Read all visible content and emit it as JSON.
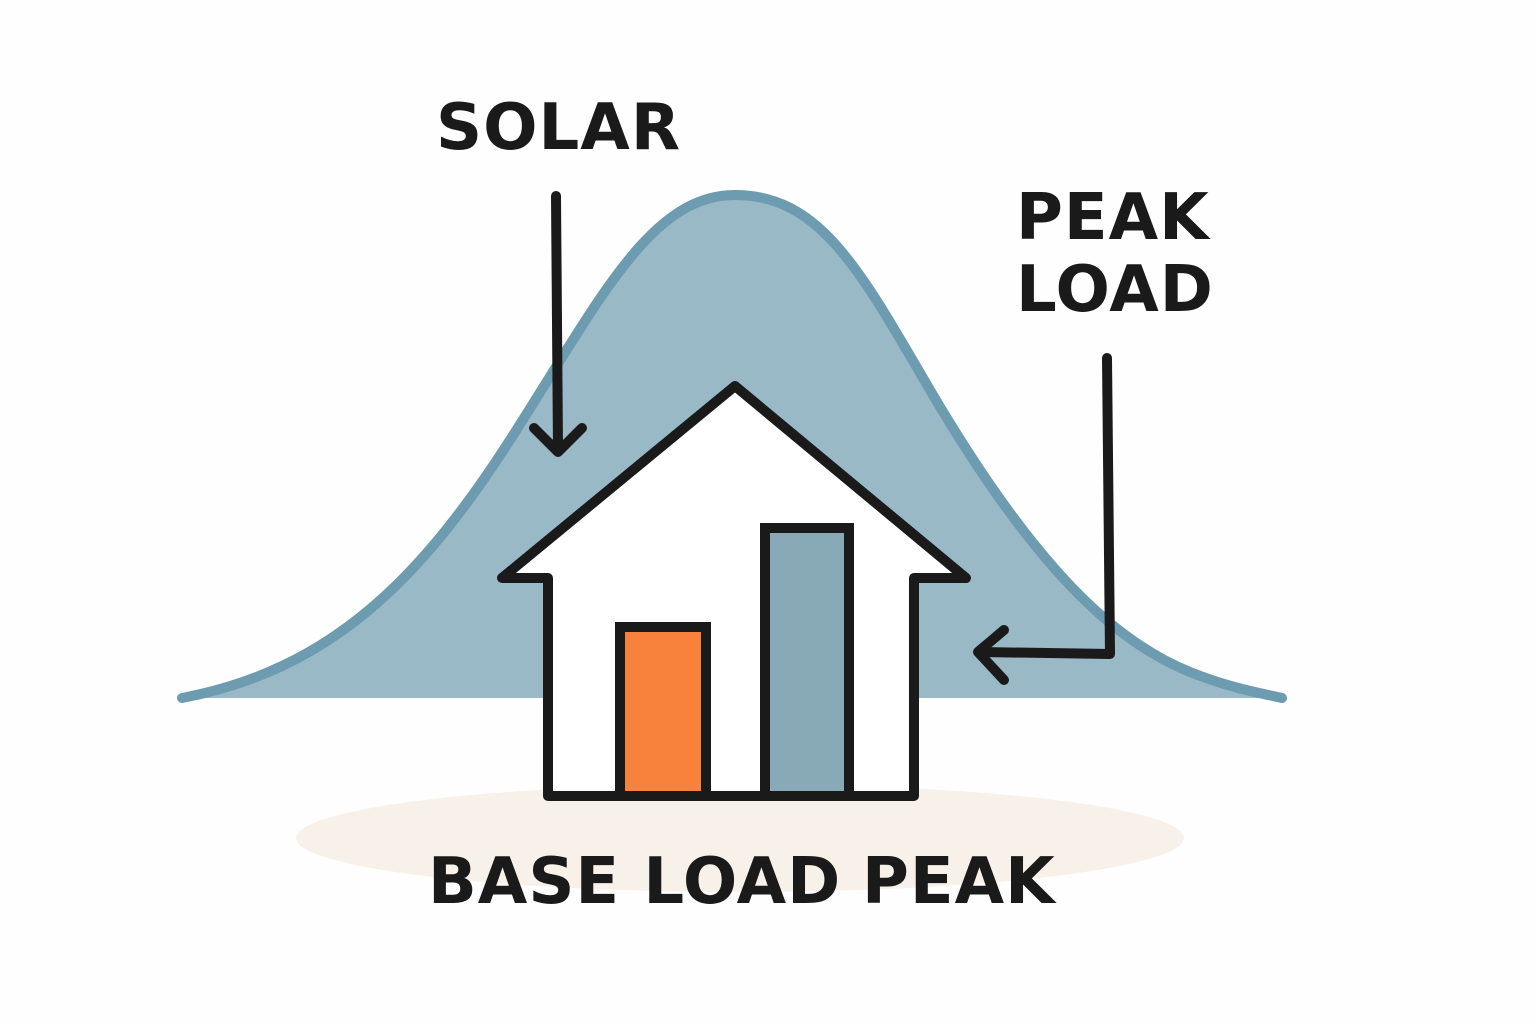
{
  "labels": {
    "solar": "SOLAR",
    "peak_load_line1": "PEAK",
    "peak_load_line2": "LOAD",
    "base_load": "BASE LOAD",
    "peak": "PEAK"
  },
  "colors": {
    "solar_curve_fill": "#9ab9c7",
    "solar_curve_stroke": "#6d9bb0",
    "base_load_bar": "#f8823c",
    "peak_bar": "#88a9b6",
    "outline": "#1a1a1a",
    "ground_shadow": "#f8f1e9",
    "background": "#fefefe"
  },
  "icons": {
    "house": "house-outline-icon",
    "solar_arrow": "arrow-down-icon",
    "peak_load_arrow": "arrow-left-icon"
  }
}
